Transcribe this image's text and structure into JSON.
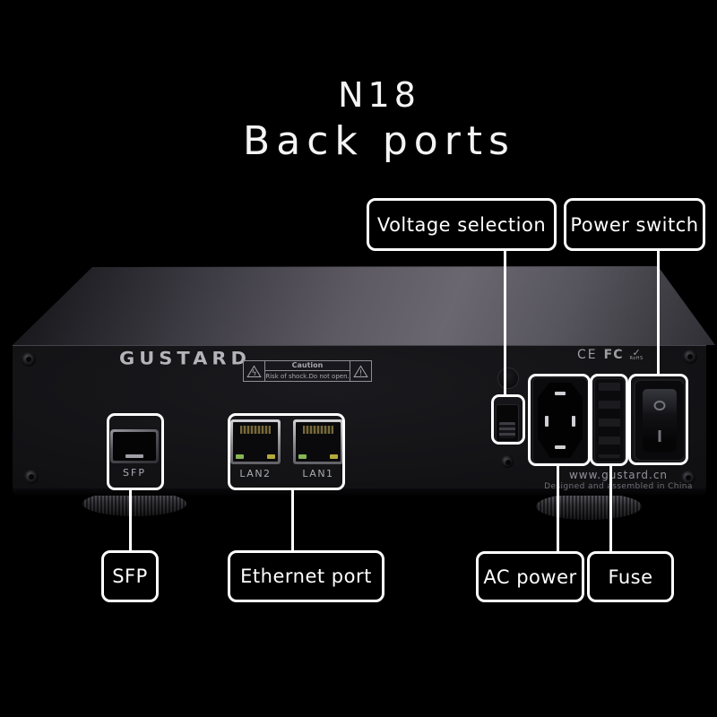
{
  "title": {
    "model": "N18",
    "subtitle": "Back ports"
  },
  "callouts": {
    "voltage_selection": "Voltage selection",
    "power_switch": "Power switch",
    "sfp": "SFP",
    "ethernet_port": "Ethernet port",
    "ac_power": "AC power",
    "fuse": "Fuse"
  },
  "device": {
    "brand": "GUSTARD",
    "caution": {
      "heading": "Caution",
      "body": "Risk of shock.Do not open."
    },
    "icons": {
      "shock": "ϟ",
      "warning": "!"
    },
    "port_labels": {
      "sfp": "SFP",
      "lan2": "LAN2",
      "lan1": "LAN1"
    },
    "power_switch": {
      "off": "O",
      "on": "I"
    },
    "certifications": {
      "ce": "CE",
      "fcc": "FC",
      "check": "✓",
      "rohs": "RoHS"
    },
    "footer": {
      "website": "www.gustard.cn",
      "origin": "Designed and assembled in China"
    }
  },
  "colors": {
    "background": "#000000",
    "annotation": "#ffffff",
    "panel_silkscreen": "#a8acb2",
    "led_green": "#86b553",
    "led_yellow": "#b5a93a"
  }
}
